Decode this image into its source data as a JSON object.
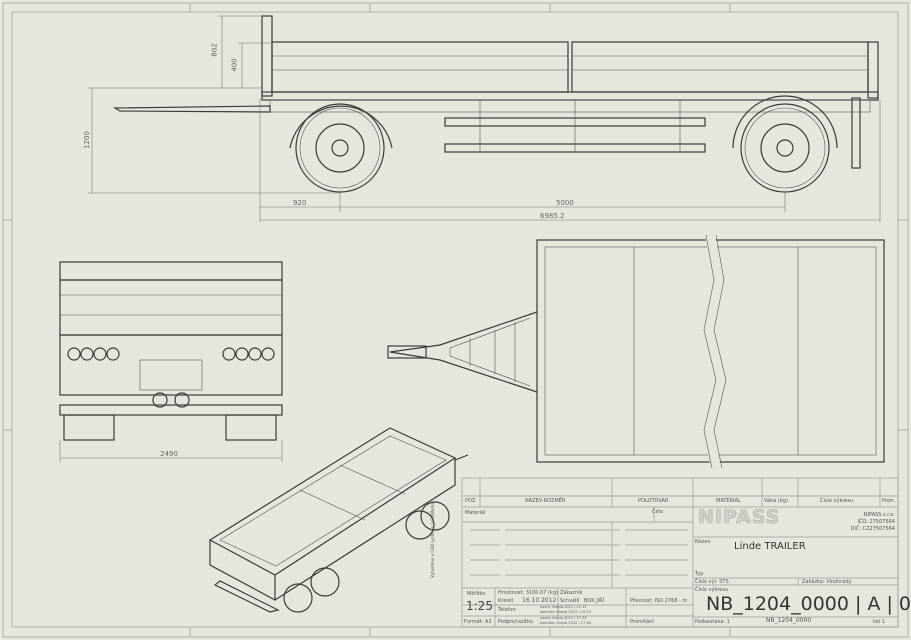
{
  "dimensions": {
    "side_height_total": "802",
    "side_height_board": "400",
    "side_height_drawbar": "1200",
    "front_overhang": "920",
    "wheelbase": "5000",
    "overall_length": "6985.2",
    "rear_width": "2490"
  },
  "title_block": {
    "header": {
      "pos": "POZ",
      "name": "NÁZEV-ROZMĚR",
      "stock": "POLOTOVAR",
      "material": "MATERIÁL",
      "weight": "Váha (kg)",
      "drawing_no": "Číslo výkresu",
      "note": "Pozn."
    },
    "material_label": "Materiál",
    "surface_label": "Čelo",
    "company": {
      "logo": "NIPASS",
      "name": "NIPASS s.r.o.",
      "ico": "IČO: 27507564",
      "dic": "DIČ: CZ27507564"
    },
    "name_label": "Název",
    "title": "Linde TRAILER",
    "type_label": "Typ",
    "drawing_no_label": "Číslo výkresu",
    "drawing_number_big": "NB_1204_0000 | A | 0",
    "drawing_number_small": "NB_1204_0000",
    "sheet_label": "Podsestava: 1",
    "sheet_of": "list 1",
    "customer_label": "Číslo výr. STS",
    "customer2_label": "Zakázka: Vinohrady",
    "scale_label": "Měřítko",
    "scale": "1:25",
    "format": "Formát: A3",
    "weight_text": "Hmotnost: 3100.07 (kg)",
    "drawn_label": "Kreslil",
    "drawn_date": "16.10.2012",
    "checked_label": "Schválil",
    "checked_by": "BOK JIŘÍ",
    "phone_label": "Telefon",
    "approved_label": "Podpis/razítko",
    "revisions": [
      "navrh: Krejza 2012 / 11.13",
      "kontrola: Krejza 2012 / 15.29",
      "navrh: Krejza 2012 / 17.33",
      "kontrola: Krejza 2012 / 17.38"
    ],
    "tolerance": "Přesnost: ISO 2768 - m",
    "projection": "Promítání",
    "customer": "Zákazník"
  },
  "side_note": "Vytvořeno v CAD systému SolidWorks"
}
